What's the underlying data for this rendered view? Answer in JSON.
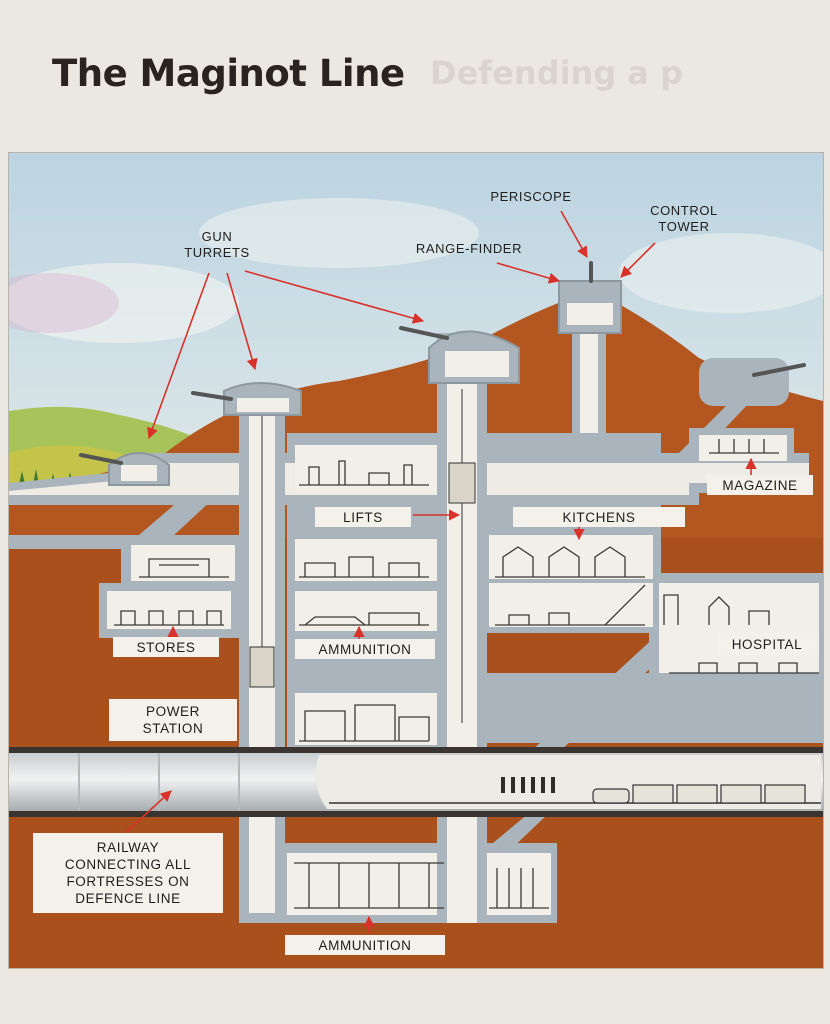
{
  "page": {
    "title": "The Maginot Line",
    "bleed_through_text": "Defending a p"
  },
  "diagram": {
    "labels": {
      "gun_turrets": "GUN\nTURRETS",
      "periscope": "PERISCOPE",
      "control_tower": "CONTROL\nTOWER",
      "range_finder": "RANGE-FINDER",
      "magazine": "MAGAZINE",
      "lifts": "LIFTS",
      "kitchens": "KITCHENS",
      "stores": "STORES",
      "ammunition_upper": "AMMUNITION",
      "hospital": "HOSPITAL",
      "power_station": "POWER\nSTATION",
      "railway": "RAILWAY\nCONNECTING ALL\nFORTRESSES ON\nDEFENCE LINE",
      "ammunition_lower": "AMMUNITION"
    },
    "colors": {
      "earth": "#b0521e",
      "hill": "#b4561f",
      "concrete": "#a9b4bc",
      "room": "#f1efe8",
      "sky": "#c9dde6",
      "arrow": "#d8322a",
      "green_hill": "#9bb84a"
    }
  }
}
